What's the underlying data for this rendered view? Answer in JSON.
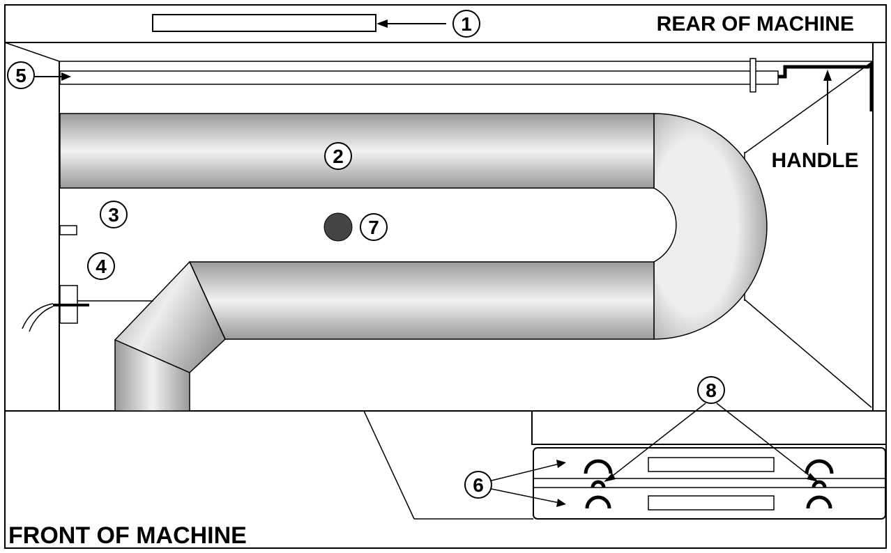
{
  "labels": {
    "rear": "REAR OF MACHINE",
    "front": "FRONT OF MACHINE",
    "handle": "HANDLE"
  },
  "callouts": {
    "c1": "1",
    "c2": "2",
    "c3": "3",
    "c4": "4",
    "c5": "5",
    "c6": "6",
    "c7": "7",
    "c8": "8"
  }
}
